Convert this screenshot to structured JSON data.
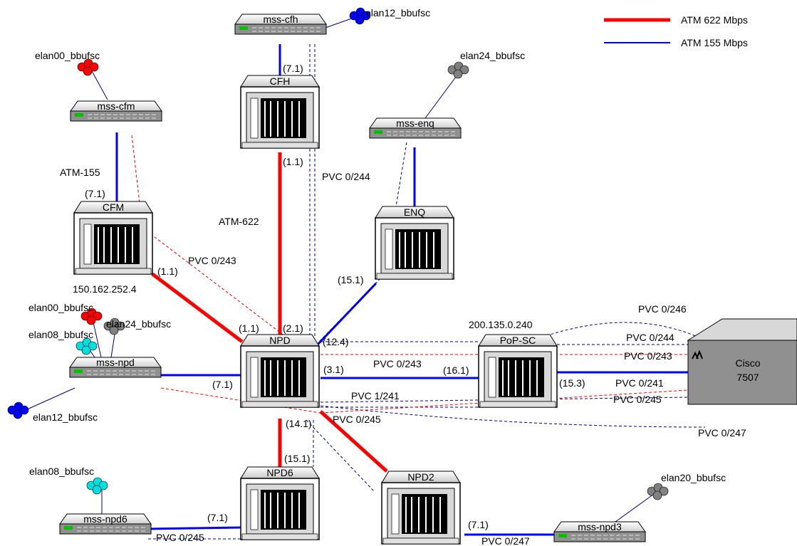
{
  "legend": {
    "items": [
      {
        "label": "ATM 622 Mbps",
        "color": "#ff0000"
      },
      {
        "label": "ATM 155 Mbps",
        "color": "#0000ff"
      }
    ]
  },
  "colors": {
    "atm622": "#ff0000",
    "atm155": "#0000ff",
    "pvc_red": "#ff0000",
    "pvc_navy": "#000080",
    "cloud_red": "#ff0000",
    "cloud_blue": "#0000ff",
    "cloud_gray": "#808080",
    "cloud_cyan": "#00e0e0",
    "cisco_box": "#909090"
  },
  "switches": {
    "cfh": "CFH",
    "cfm": "CFM",
    "enq": "ENQ",
    "npd": "NPD",
    "popsc": "PoP-SC",
    "npd6": "NPD6",
    "npd2": "NPD2"
  },
  "mss": {
    "cfh": "mss-cfh",
    "cfm": "mss-cfm",
    "enq": "mss-enq",
    "npd": "mss-npd",
    "npd6": "mss-npd6",
    "npd3": "mss-npd3"
  },
  "elans": {
    "cfh_elan12": "elan12_bbufsc",
    "cfm_elan00": "elan00_bbufsc",
    "enq_elan24": "elan24_bbufsc",
    "npd_elan00": "elan00_bbufsc",
    "npd_elan24": "elan24_bbufsc",
    "npd_elan08": "elan08_bbufsc",
    "npd_elan12": "elan12_bbufsc",
    "npd6_elan08": "elan08_bbufsc",
    "npd3_elan20": "elan20_bbufsc"
  },
  "cisco": {
    "line1": "Cisco",
    "line2": "7507"
  },
  "addresses": {
    "cfm": "150.162.252.4",
    "popsc": "200.135.0.240"
  },
  "link_labels": {
    "atm155": "ATM-155",
    "atm622": "ATM-622"
  },
  "ports": {
    "cfh_71": "(7.1)",
    "cfh_11": "(1.1)",
    "cfm_71": "(7.1)",
    "cfm_11": "(1.1)",
    "enq_151": "(15.1)",
    "npd_11": "(1.1)",
    "npd_21": "(2.1)",
    "npd_124": "(12.4)",
    "npd_31": "(3.1)",
    "npd_71": "(7.1)",
    "npd_141": "(14.1)",
    "popsc_161": "(16.1)",
    "popsc_153": "(15.3)",
    "npd6_151": "(15.1)",
    "npd6_71": "(7.1)",
    "npd2_71": "(7.1)"
  },
  "pvcs": {
    "p244_top": "PVC 0/244",
    "p243_cfm": "PVC 0/243",
    "p243_npd": "PVC 0/243",
    "p1241": "PVC 1/241",
    "p245_npd": "PVC 0/245",
    "p246": "PVC 0/246",
    "p244_cisco": "PVC 0/244",
    "p243_cisco": "PVC 0/243",
    "p241_cisco": "PVC 0/241",
    "p245_cisco": "PVC 0/245",
    "p247_cisco": "PVC 0/247",
    "p245_npd6": "PVC 0/245",
    "p247_npd3": "PVC 0/247"
  }
}
